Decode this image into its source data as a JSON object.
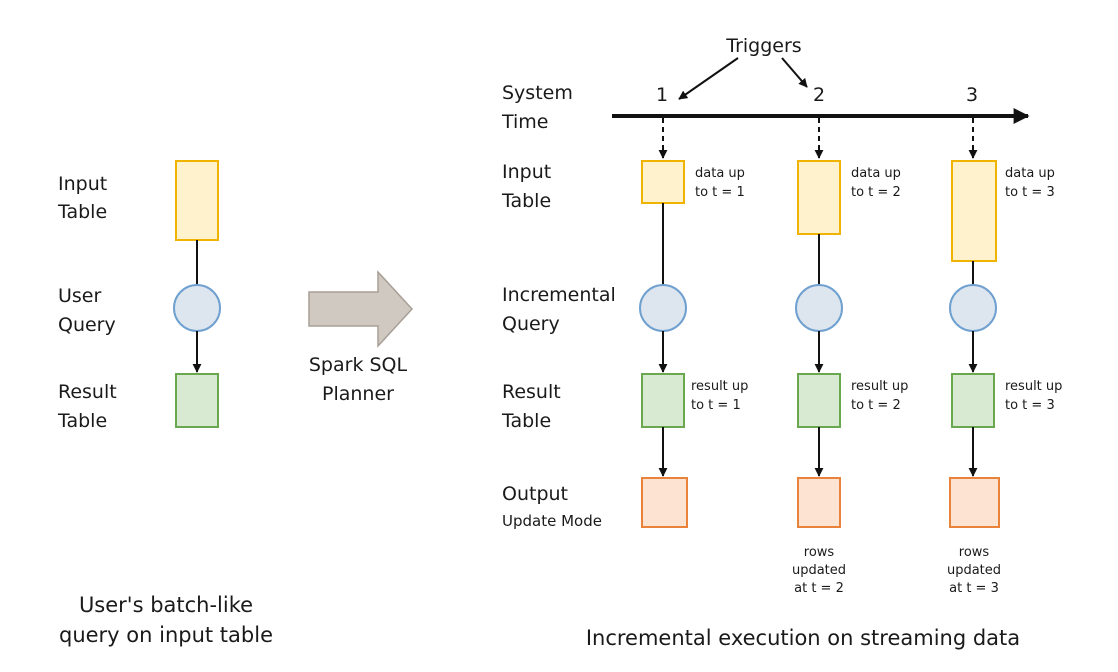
{
  "left": {
    "input_label": [
      "Input",
      "Table"
    ],
    "query_label": [
      "User",
      "Query"
    ],
    "result_label": [
      "Result",
      "Table"
    ],
    "caption": [
      "User's batch-like",
      "query on input table"
    ]
  },
  "planner": [
    "Spark SQL",
    "Planner"
  ],
  "right": {
    "triggers_label": "Triggers",
    "system_time_label": [
      "System",
      "Time"
    ],
    "row_labels": {
      "input": [
        "Input",
        "Table"
      ],
      "query": [
        "Incremental",
        "Query"
      ],
      "result": [
        "Result",
        "Table"
      ],
      "output": [
        "Output",
        "Update Mode"
      ]
    },
    "triggers": [
      {
        "tick": "1",
        "input_note": [
          "data up",
          "to t = 1"
        ],
        "result_note": [
          "result up",
          "to t = 1"
        ],
        "output_note": []
      },
      {
        "tick": "2",
        "input_note": [
          "data up",
          "to t = 2"
        ],
        "result_note": [
          "result up",
          "to t = 2"
        ],
        "output_note": [
          "rows",
          "updated",
          "at t = 2"
        ]
      },
      {
        "tick": "3",
        "input_note": [
          "data up",
          "to t = 3"
        ],
        "result_note": [
          "result up",
          "to t = 3"
        ],
        "output_note": [
          "rows",
          "updated",
          "at t = 3"
        ]
      }
    ],
    "caption": "Incremental execution on streaming data"
  },
  "colors": {
    "input_fill": "#fff2cc",
    "input_stroke": "#f0b400",
    "query_fill": "#dde6ee",
    "query_stroke": "#6fa0cf",
    "result_fill": "#d9ead3",
    "result_stroke": "#6aa84f",
    "output_fill": "#fde3d2",
    "output_stroke": "#e9823a",
    "arrow_fill": "#cfc9c2",
    "arrow_stroke": "#a89f96"
  }
}
